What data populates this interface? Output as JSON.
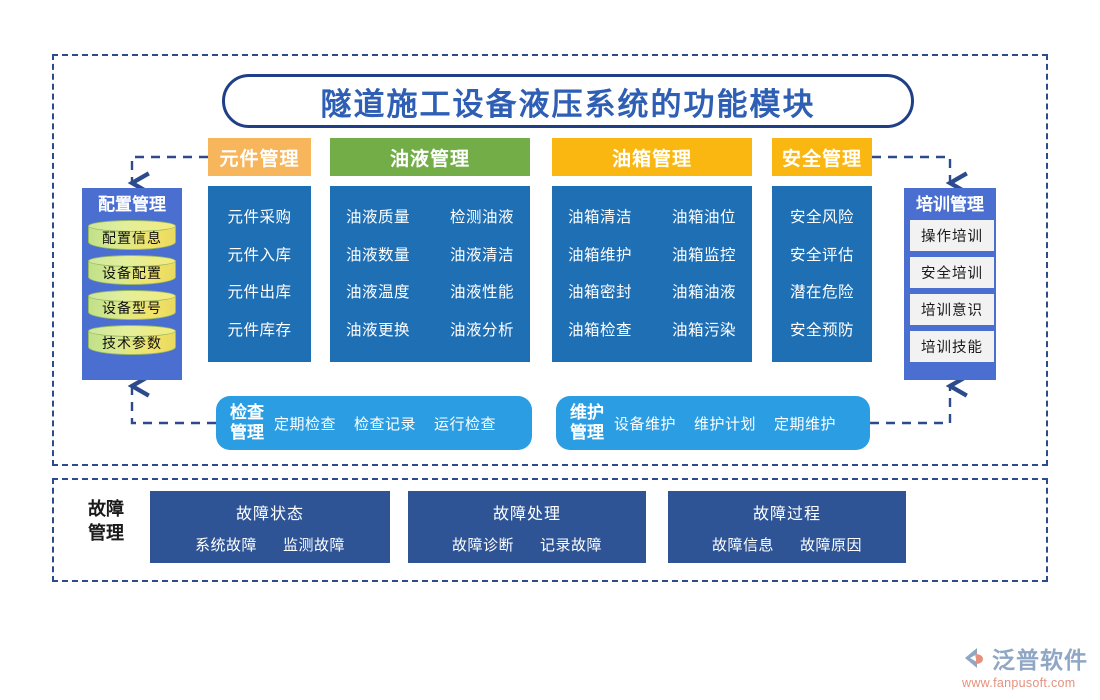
{
  "title": "隧道施工设备液压系统的功能模块",
  "colors": {
    "frame_border": "#2b4b8c",
    "title_text": "#2e5fb5",
    "category_blue": "#1f6fb5",
    "side_panel_blue": "#4a6fd0",
    "round_box_blue": "#2b9ee3",
    "fault_navy": "#2e5496",
    "head_component": "#f7b55c",
    "head_oil": "#72ad48",
    "head_tank": "#fbb711",
    "head_safety": "#fbb711",
    "connector": "#2b4b8c"
  },
  "config_panel": {
    "title": "配置管理",
    "items": [
      "配置信息",
      "设备配置",
      "设备型号",
      "技术参数"
    ]
  },
  "training_panel": {
    "title": "培训管理",
    "items": [
      "操作培训",
      "安全培训",
      "培训意识",
      "培训技能"
    ]
  },
  "categories": [
    {
      "id": "component",
      "header": "元件管理",
      "columns": 1,
      "items": [
        "元件采购",
        "元件入库",
        "元件出库",
        "元件库存"
      ]
    },
    {
      "id": "oil",
      "header": "油液管理",
      "columns": 2,
      "items": [
        "油液质量",
        "检测油液",
        "油液数量",
        "油液清洁",
        "油液温度",
        "油液性能",
        "油液更换",
        "油液分析"
      ]
    },
    {
      "id": "tank",
      "header": "油箱管理",
      "columns": 2,
      "items": [
        "油箱清洁",
        "油箱油位",
        "油箱维护",
        "油箱监控",
        "油箱密封",
        "油箱油液",
        "油箱检查",
        "油箱污染"
      ]
    },
    {
      "id": "safety",
      "header": "安全管理",
      "columns": 1,
      "items": [
        "安全风险",
        "安全评估",
        "潜在危险",
        "安全预防"
      ]
    }
  ],
  "round_boxes": [
    {
      "id": "inspection",
      "title_line1": "检查",
      "title_line2": "管理",
      "items": [
        "定期检查",
        "检查记录",
        "运行检查"
      ]
    },
    {
      "id": "maintenance",
      "title_line1": "维护",
      "title_line2": "管理",
      "items": [
        "设备维护",
        "维护计划",
        "定期维护"
      ]
    }
  ],
  "fault_section": {
    "label_line1": "故障",
    "label_line2": "管理",
    "boxes": [
      {
        "title": "故障状态",
        "items": [
          "系统故障",
          "监测故障"
        ]
      },
      {
        "title": "故障处理",
        "items": [
          "故障诊断",
          "记录故障"
        ]
      },
      {
        "title": "故障过程",
        "items": [
          "故障信息",
          "故障原因"
        ]
      }
    ]
  },
  "logo": {
    "name": "泛普软件",
    "url": "www.fanpusoft.com"
  }
}
